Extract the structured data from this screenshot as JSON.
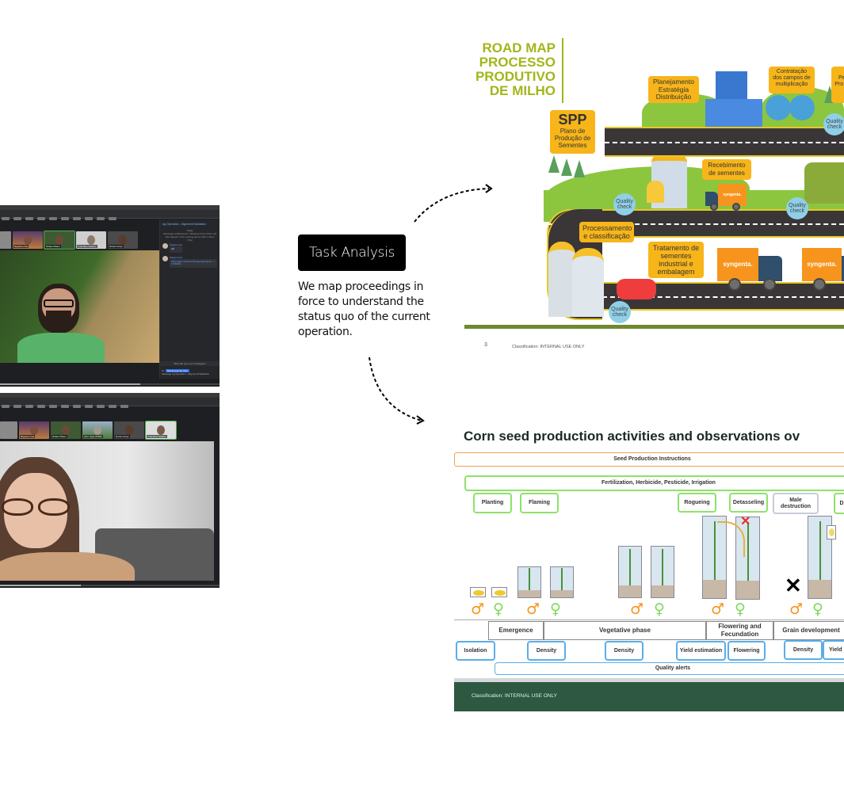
{
  "video_call_1": {
    "participants": [
      "Nayara Lima",
      "Rafael Matos",
      "Anandine Dellaux",
      "Daniel Grojo"
    ],
    "chat": {
      "header": "Ag Operation - Alignment/Validation",
      "date_label": "Today",
      "system_note": "Messages addressed to \"Meeting Group Chat\" will also appear in the meeting group chat in Team Chat",
      "messages": [
        {
          "author": "Nayara Lima",
          "time": "09:30",
          "text": "tab"
        },
        {
          "author": "Nayara Lima",
          "time": "09:37",
          "text": "https://app.mural.co/t/syngentaprep/m/.../1740490..."
        }
      ],
      "who_sees": "Who can see your messages?",
      "to_label": "To:",
      "to_tag": "Meeting group chat",
      "input_placeholder": "Message Ag Operation - Alignment/Validation"
    },
    "progress": 0.64
  },
  "video_call_2": {
    "participants": [
      "Nayara Lima",
      "Rafael Matos",
      "Alex Vigel (MSB)",
      "Daniel Grojo",
      "Anandine Dellaux"
    ],
    "progress": 0.37
  },
  "task_analysis": {
    "label": "Task Analysis",
    "description": "We map proceedings in force to understand the status quo of the current operation."
  },
  "road_map_slide": {
    "title_lines": [
      "ROAD MAP",
      "PROCESSO",
      "PRODUTIVO",
      "DE MILHO"
    ],
    "spp": {
      "abbr": "SPP",
      "text": "Plano de Produção de Sementes"
    },
    "bubbles": {
      "planejamento": "Planejamento Estratégia Distribuição",
      "contratacao": "Contratação dos campos de multiplicação",
      "cut_off": "Pes Pro Se",
      "recebimento": "Recebimento de sementes",
      "processamento": "Processamento e classificação",
      "tratamento": "Tratamento de sementes industrial e embalagem"
    },
    "quality_check": "Quality check",
    "truck_brand": "syngenta.",
    "page_number": "3",
    "classification": "Classification: INTERNAL USE ONLY",
    "accent": "#a3b51a"
  },
  "corn_slide": {
    "title": "Corn seed production activities and observations ov",
    "seed_instructions": "Seed Production Instructions",
    "fertilization": "Fertilization, Herbicide, Pesticide, Irrigation",
    "activities": [
      "Planting",
      "Flaming",
      "Rogueing",
      "Detasseling",
      "Male destruction",
      "D"
    ],
    "phases": [
      "Emergence",
      "Vegetative phase",
      "Flowering and Fecundation",
      "Grain development"
    ],
    "observations": [
      "Isolation",
      "Density",
      "Density",
      "Yield estimation",
      "Flowering",
      "Density",
      "Yield"
    ],
    "quality_alerts": "Quality alerts",
    "male_symbol": "♂",
    "female_symbol": "♀",
    "x_mark": "✕",
    "classification": "Classification: INTERNAL USE ONLY",
    "footer_color": "#2e5841"
  }
}
